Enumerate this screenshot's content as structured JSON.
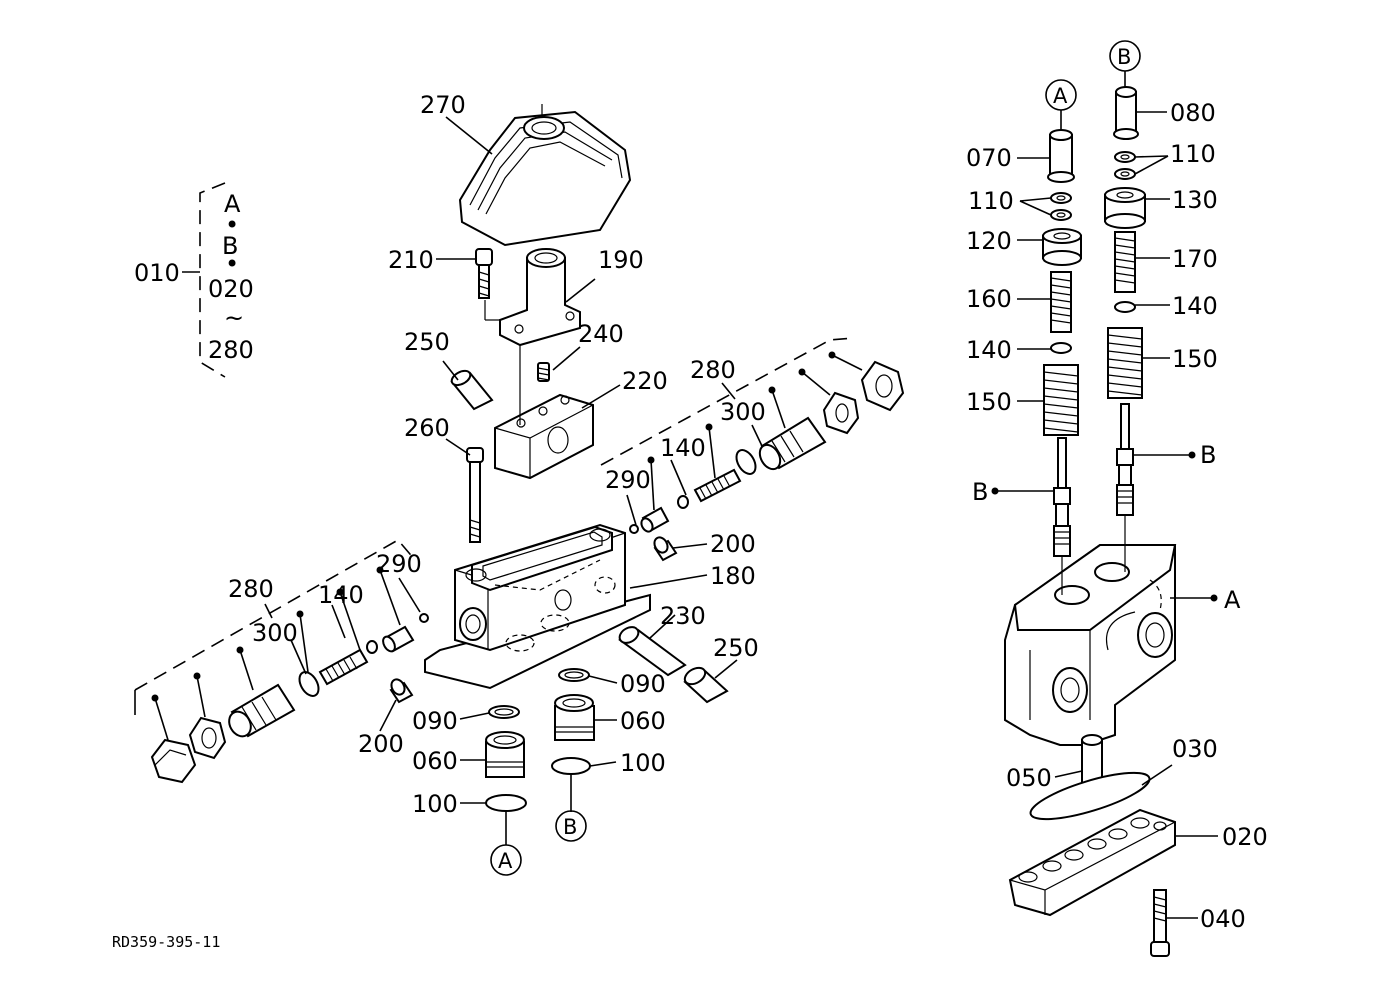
{
  "drawing_id": "RD359-395-11",
  "group_bracket": {
    "ref": "010",
    "lines": [
      "A",
      "•",
      "B",
      "•",
      "020",
      "~",
      "280"
    ]
  },
  "callouts": {
    "p270": "270",
    "p210": "210",
    "p190": "190",
    "p250a": "250",
    "p240": "240",
    "p220": "220",
    "p260": "260",
    "p280a": "280",
    "p300a": "300",
    "p140a": "140",
    "p290a": "290",
    "p200a": "200",
    "p180": "180",
    "p230": "230",
    "p250b": "250",
    "p090a": "090",
    "p060a": "060",
    "p100a": "100",
    "p280b": "280",
    "p140b": "140",
    "p290b": "290",
    "p300b": "300",
    "p200b": "200",
    "p090b": "090",
    "p060b": "060",
    "p100b": "100",
    "p070": "070",
    "p110a": "110",
    "p120": "120",
    "p160": "160",
    "p140c": "140",
    "p150a": "150",
    "p080": "080",
    "p110b": "110",
    "p130": "130",
    "p170": "170",
    "p140d": "140",
    "p150b": "150",
    "p030": "030",
    "p050": "050",
    "p020": "020",
    "p040": "040"
  },
  "markers": {
    "a_top": "A",
    "b_top": "B",
    "a_bottom": "A",
    "b_bottom": "B",
    "b_left": "B",
    "b_right": "B",
    "a_right": "A"
  }
}
